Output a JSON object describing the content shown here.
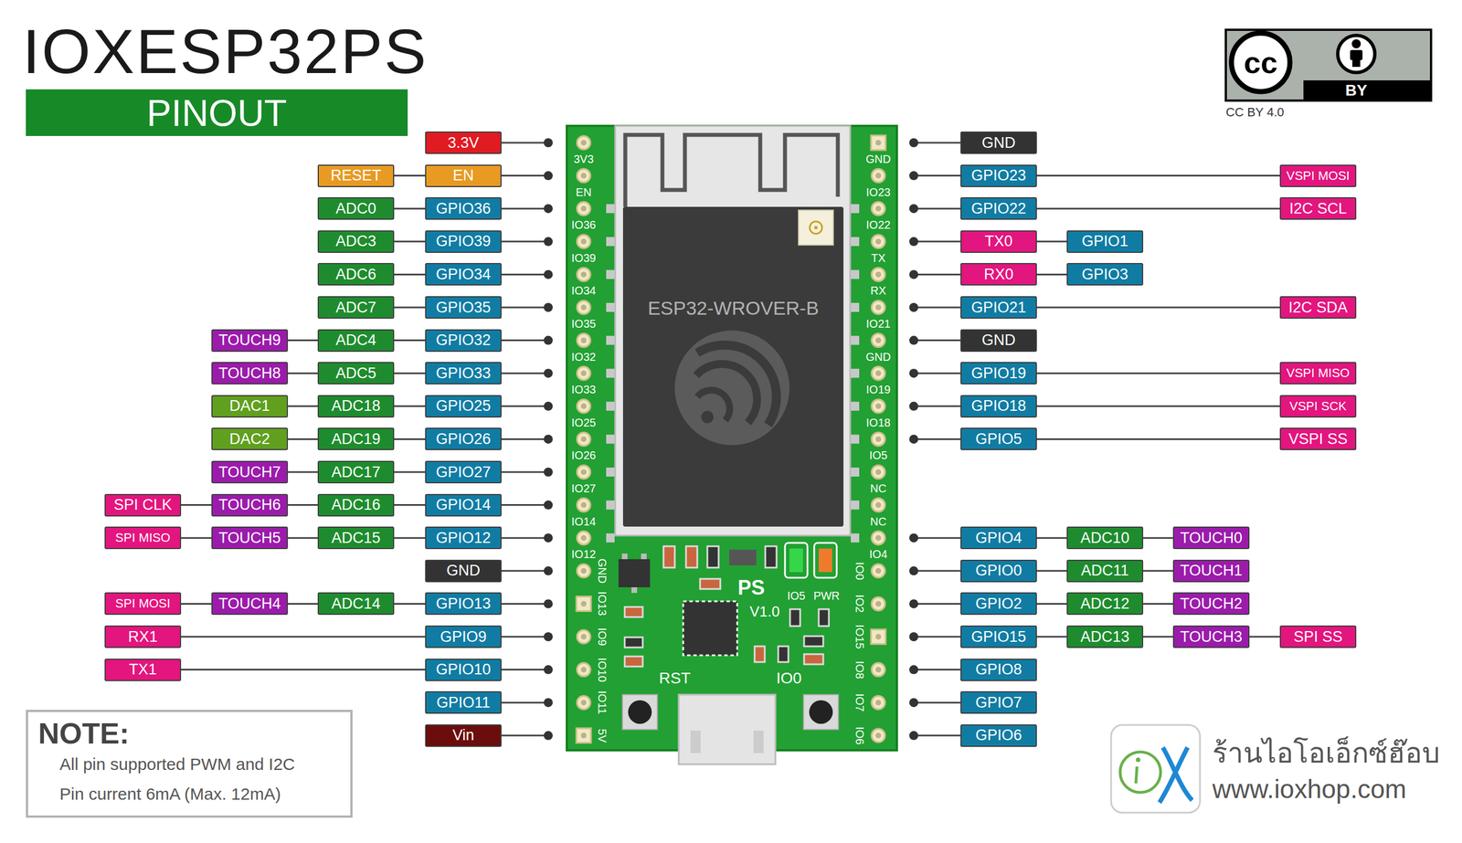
{
  "diagram": {
    "title": "IOXESP32PS",
    "nodes": [
      {
        "text": [
          "PINOUT"
        ]
      },
      {
        "text": [
          "3.3V"
        ]
      },
      {
        "text": [
          "RESET"
        ]
      },
      {
        "text": [
          "EN"
        ]
      },
      {
        "text": [
          "ADC0"
        ]
      },
      {
        "text": [
          "GPIO36"
        ]
      },
      {
        "text": [
          "ADC3"
        ]
      },
      {
        "text": [
          "GPIO39"
        ]
      },
      {
        "text": [
          "ADC6"
        ]
      },
      {
        "text": [
          "GPIO34"
        ]
      },
      {
        "text": [
          "ADC7"
        ]
      },
      {
        "text": [
          "GPIO35"
        ]
      },
      {
        "text": [
          "TOUCH9"
        ]
      },
      {
        "text": [
          "ADC4"
        ]
      },
      {
        "text": [
          "GPIO32"
        ]
      },
      {
        "text": [
          "TOUCH8"
        ]
      },
      {
        "text": [
          "ADC5"
        ]
      },
      {
        "text": [
          "GPIO33"
        ]
      },
      {
        "text": [
          "DAC1"
        ]
      },
      {
        "text": [
          "ADC18"
        ]
      },
      {
        "text": [
          "GPIO25"
        ]
      },
      {
        "text": [
          "DAC2"
        ]
      },
      {
        "text": [
          "ADC19"
        ]
      },
      {
        "text": [
          "GPIO26"
        ]
      },
      {
        "text": [
          "TOUCH7"
        ]
      },
      {
        "text": [
          "ADC17"
        ]
      },
      {
        "text": [
          "GPIO27"
        ]
      },
      {
        "text": [
          "SPI CLK"
        ]
      },
      {
        "text": [
          "TOUCH6"
        ]
      },
      {
        "text": [
          "ADC16"
        ]
      },
      {
        "text": [
          "GPIO14"
        ]
      },
      {
        "text": [
          "SPI MISO"
        ]
      },
      {
        "text": [
          "TOUCH5"
        ]
      },
      {
        "text": [
          "ADC15"
        ]
      },
      {
        "text": [
          "GPIO12"
        ]
      },
      {
        "text": [
          "GND"
        ]
      },
      {
        "text": [
          "SPI MOSI"
        ]
      },
      {
        "text": [
          "TOUCH4"
        ]
      },
      {
        "text": [
          "ADC14"
        ]
      },
      {
        "text": [
          "GPIO13"
        ]
      },
      {
        "text": [
          "RX1"
        ]
      },
      {
        "text": [
          "GPIO9"
        ]
      },
      {
        "text": [
          "TX1"
        ]
      },
      {
        "text": [
          "GPIO10"
        ]
      },
      {
        "text": [
          "GPIO11"
        ]
      },
      {
        "text": [
          "Vin"
        ]
      },
      {
        "text": [
          "GND"
        ]
      },
      {
        "text": [
          "GPIO23"
        ]
      },
      {
        "text": [
          "VSPI MOSI"
        ]
      },
      {
        "text": [
          "GPIO22"
        ]
      },
      {
        "text": [
          "I2C SCL"
        ]
      },
      {
        "text": [
          "TX0"
        ]
      },
      {
        "text": [
          "GPIO1"
        ]
      },
      {
        "text": [
          "RX0"
        ]
      },
      {
        "text": [
          "GPIO3"
        ]
      },
      {
        "text": [
          "GPIO21"
        ]
      },
      {
        "text": [
          "I2C SDA"
        ]
      },
      {
        "text": [
          "GND"
        ]
      },
      {
        "text": [
          "GPIO19"
        ]
      },
      {
        "text": [
          "VSPI MISO"
        ]
      },
      {
        "text": [
          "GPIO18"
        ]
      },
      {
        "text": [
          "VSPI SCK"
        ]
      },
      {
        "text": [
          "GPIO5"
        ]
      },
      {
        "text": [
          "VSPI SS"
        ]
      },
      {
        "text": [
          "GPIO4"
        ]
      },
      {
        "text": [
          "ADC10"
        ]
      },
      {
        "text": [
          "TOUCH0"
        ]
      },
      {
        "text": [
          "GPIO0"
        ]
      },
      {
        "text": [
          "ADC11"
        ]
      },
      {
        "text": [
          "TOUCH1"
        ]
      },
      {
        "text": [
          "GPIO2"
        ]
      },
      {
        "text": [
          "ADC12"
        ]
      },
      {
        "text": [
          "TOUCH2"
        ]
      },
      {
        "text": [
          "GPIO15"
        ]
      },
      {
        "text": [
          "ADC13"
        ]
      },
      {
        "text": [
          "TOUCH3"
        ]
      },
      {
        "text": [
          "SPI SS"
        ]
      },
      {
        "text": [
          "GPIO8"
        ]
      },
      {
        "text": [
          "GPIO7"
        ]
      },
      {
        "text": [
          "GPIO6"
        ]
      },
      {
        "text": [
          "NOTE:",
          "All pin supported PWM and I2C",
          "Pin current 6mA (Max. 12mA)"
        ]
      }
    ],
    "edges": [
      {
        "from": 2,
        "to": 3,
        "arrow": "none"
      },
      {
        "from": 4,
        "to": 5,
        "arrow": "none"
      },
      {
        "from": 6,
        "to": 7,
        "arrow": "none"
      },
      {
        "from": 8,
        "to": 9,
        "arrow": "none"
      },
      {
        "from": 10,
        "to": 11,
        "arrow": "none"
      },
      {
        "from": 12,
        "to": 13,
        "arrow": "none"
      },
      {
        "from": 13,
        "to": 14,
        "arrow": "none"
      },
      {
        "from": 15,
        "to": 16,
        "arrow": "none"
      },
      {
        "from": 16,
        "to": 17,
        "arrow": "none"
      },
      {
        "from": 18,
        "to": 19,
        "arrow": "none"
      },
      {
        "from": 19,
        "to": 20,
        "arrow": "none"
      },
      {
        "from": 21,
        "to": 22,
        "arrow": "none"
      },
      {
        "from": 22,
        "to": 23,
        "arrow": "none"
      },
      {
        "from": 24,
        "to": 25,
        "arrow": "none"
      },
      {
        "from": 25,
        "to": 26,
        "arrow": "none"
      },
      {
        "from": 27,
        "to": 28,
        "arrow": "none"
      },
      {
        "from": 28,
        "to": 29,
        "arrow": "none"
      },
      {
        "from": 29,
        "to": 30,
        "arrow": "none"
      },
      {
        "from": 31,
        "to": 32,
        "arrow": "none"
      },
      {
        "from": 32,
        "to": 33,
        "arrow": "none"
      },
      {
        "from": 33,
        "to": 34,
        "arrow": "none"
      },
      {
        "from": 36,
        "to": 37,
        "arrow": "none"
      },
      {
        "from": 37,
        "to": 38,
        "arrow": "none"
      },
      {
        "from": 38,
        "to": 39,
        "arrow": "none"
      },
      {
        "from": 40,
        "to": 41,
        "arrow": "none"
      },
      {
        "from": 42,
        "to": 43,
        "arrow": "none"
      },
      {
        "from": 47,
        "to": 48,
        "arrow": "none"
      },
      {
        "from": 49,
        "to": 50,
        "arrow": "none"
      },
      {
        "from": 51,
        "to": 52,
        "arrow": "none"
      },
      {
        "from": 53,
        "to": 54,
        "arrow": "none"
      },
      {
        "from": 55,
        "to": 56,
        "arrow": "none"
      },
      {
        "from": 58,
        "to": 59,
        "arrow": "none"
      },
      {
        "from": 60,
        "to": 61,
        "arrow": "none"
      },
      {
        "from": 62,
        "to": 63,
        "arrow": "none"
      },
      {
        "from": 64,
        "to": 65,
        "arrow": "none"
      },
      {
        "from": 65,
        "to": 66,
        "arrow": "none"
      },
      {
        "from": 67,
        "to": 68,
        "arrow": "none"
      },
      {
        "from": 68,
        "to": 69,
        "arrow": "none"
      },
      {
        "from": 70,
        "to": 71,
        "arrow": "none"
      },
      {
        "from": 71,
        "to": 72,
        "arrow": "none"
      },
      {
        "from": 73,
        "to": 74,
        "arrow": "none"
      },
      {
        "from": 74,
        "to": 75,
        "arrow": "none"
      },
      {
        "from": 75,
        "to": 76,
        "arrow": "none"
      }
    ],
    "labels": [
      "cc",
      "BY",
      "CC BY 4.0",
      "ESP32-WROVER-B",
      "3V3",
      "EN",
      "IO36",
      "IO39",
      "IO34",
      "IO35",
      "IO32",
      "IO33",
      "IO25",
      "IO26",
      "IO27",
      "IO14",
      "IO12",
      "GND",
      "IO13",
      "IO9",
      "IO10",
      "IO11",
      "5V",
      "GND",
      "IO23",
      "IO22",
      "TX",
      "RX",
      "IO21",
      "GND",
      "IO19",
      "IO18",
      "IO5",
      "NC",
      "NC",
      "IO4",
      "IO0",
      "IO2",
      "IO15",
      "IO8",
      "IO7",
      "IO6",
      "PS",
      "V1.0",
      "IO5",
      "PWR",
      "RST",
      "IO0",
      "ร้านไอโอเอ็กซ์ฮ๊อบ",
      "www.ioxhop.com"
    ]
  }
}
